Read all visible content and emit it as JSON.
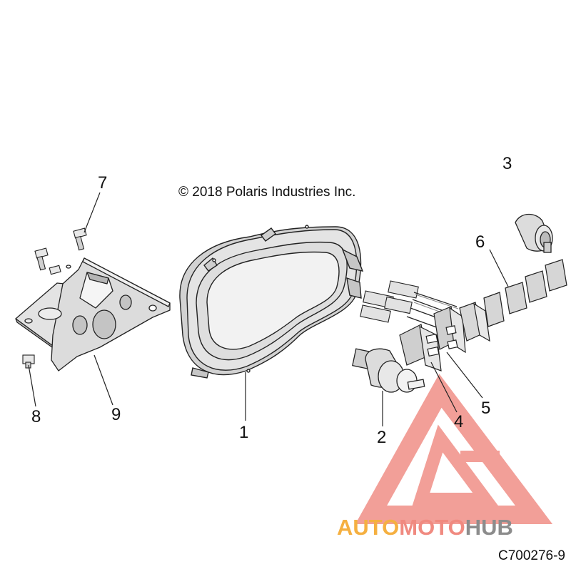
{
  "copyright": "© 2018 Polaris Industries Inc.",
  "drawing_code": "C700276-9",
  "callouts": {
    "c1": "1",
    "c2": "2",
    "c3": "3",
    "c4": "4",
    "c5": "5",
    "c6": "6",
    "c7": "7",
    "c8": "8",
    "c9": "9"
  },
  "watermark": {
    "part1": "AUTO",
    "part2": "MOTO",
    "part3": "HUB",
    "color_orange": "#f5b041",
    "color_red": "#f08a80",
    "color_gray": "#8c8c8c"
  },
  "colors": {
    "line": "#222222",
    "fill_light": "#e6e6e6",
    "fill_mid": "#cfcfcf",
    "fill_dark": "#a9a9a9"
  }
}
